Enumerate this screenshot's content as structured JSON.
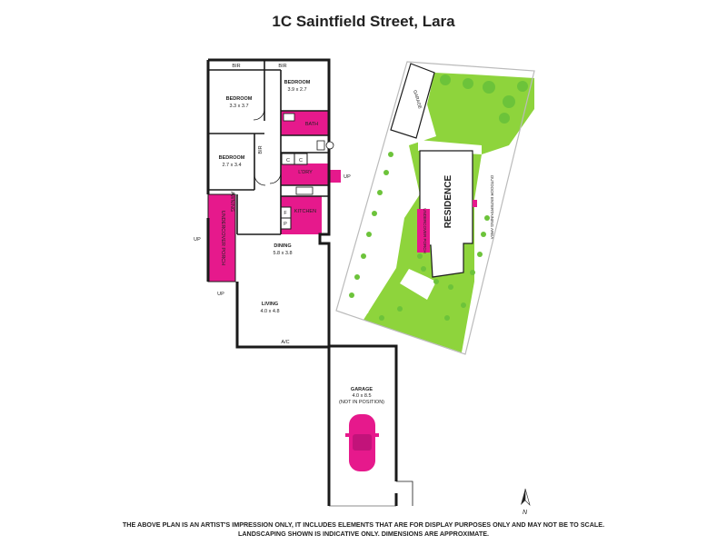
{
  "title": "1C Saintfield Street, Lara",
  "colors": {
    "accent": "#e6198c",
    "lawn": "#8ed43c",
    "wall": "#1a1a1a",
    "tree": "#6cc33a"
  },
  "rooms": {
    "bir_left": "BIR",
    "bir_right": "BIR",
    "bir_vertical": "BIR",
    "bedroom1_name": "BEDROOM",
    "bedroom1_size": "3.3 x 3.7",
    "bedroom2_name": "BEDROOM",
    "bedroom2_size": "3.9 x 2.7",
    "bedroom3_name": "BEDROOM",
    "bedroom3_size": "2.7 x 3.4",
    "bath": "BATH",
    "ldry": "L'DRY",
    "c1": "C",
    "c2": "C",
    "kitchen": "KITCHEN",
    "f": "F",
    "p": "P",
    "dining_name": "DINING",
    "dining_size": "5.8 x 3.8",
    "living_name": "LIVING",
    "living_size": "4.0 x 4.8",
    "ac": "A/C",
    "awning": "AWNING",
    "undercover_porch": "UNDERCOVER PORCH",
    "up1": "UP",
    "up2": "UP",
    "up3": "UP",
    "garage_name": "GARAGE",
    "garage_size": "4.0 x 8.5",
    "garage_note": "(NOT IN POSITION)"
  },
  "site": {
    "garage": "GARAGE",
    "residence": "RESIDENCE",
    "porch": "UNDERCOVER PORCH",
    "outdoor_area": "OUTDOOR ENTERTAINING AREA"
  },
  "compass": "N",
  "disclaimer_line1": "THE ABOVE PLAN IS AN ARTIST'S IMPRESSION ONLY, IT INCLUDES ELEMENTS THAT ARE FOR DISPLAY PURPOSES ONLY AND MAY NOT BE TO SCALE.",
  "disclaimer_line2": "LANDSCAPING SHOWN IS INDICATIVE ONLY. DIMENSIONS ARE APPROXIMATE."
}
